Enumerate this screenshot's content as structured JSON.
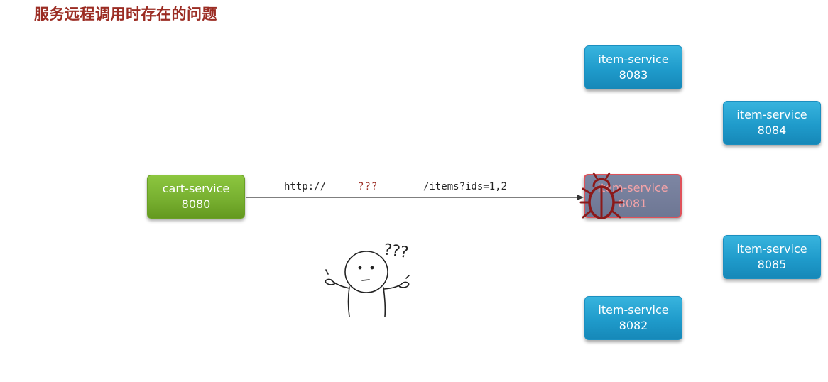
{
  "title": "服务远程调用时存在的问题",
  "cart_service": {
    "name": "cart-service",
    "port": "8080"
  },
  "request": {
    "scheme": "http://",
    "host": "???",
    "path": "/items?ids=1,2"
  },
  "item_services": [
    {
      "name": "item-service",
      "port": "8083"
    },
    {
      "name": "item-service",
      "port": "8084"
    },
    {
      "name": "item-service",
      "port": "8081",
      "status": "failed"
    },
    {
      "name": "item-service",
      "port": "8085"
    },
    {
      "name": "item-service",
      "port": "8082"
    }
  ],
  "figure": {
    "thought_text": "???"
  },
  "colors": {
    "title": "#9b2c23",
    "service_blue": "#1f9bcb",
    "service_green": "#76ae2f",
    "failed_border": "#e0525a",
    "bug": "#8b1a1a"
  },
  "icons": [
    "bug-icon",
    "confused-person-icon"
  ]
}
